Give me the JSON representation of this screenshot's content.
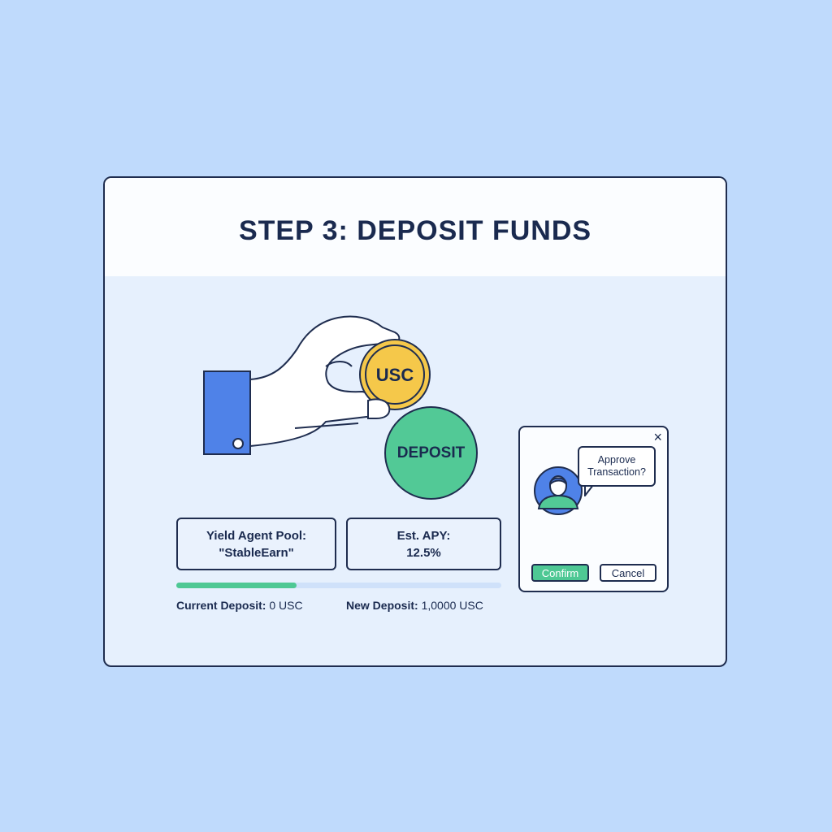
{
  "card": {
    "title": "STEP 3: DEPOSIT FUNDS"
  },
  "illustration": {
    "coin_label": "USC",
    "deposit_button_label": "DEPOSIT",
    "icons": [
      "hand-icon",
      "coin-icon",
      "cuff-icon"
    ]
  },
  "pool": {
    "label": "Yield Agent Pool:",
    "value": "\"StableEarn\""
  },
  "apy": {
    "label": "Est. APY:",
    "value": "12.5%"
  },
  "progress": {
    "percent": 37
  },
  "deposits": {
    "current_label": "Current Deposit:",
    "current_value": "0 USC",
    "new_label": "New Deposit:",
    "new_value": "1,0000 USC"
  },
  "dialog": {
    "close_icon": "×",
    "message_line1": "Approve",
    "message_line2": "Transaction?",
    "confirm_label": "Confirm",
    "cancel_label": "Cancel"
  },
  "colors": {
    "background": "#bfdafc",
    "navy": "#1a2a4f",
    "green": "#4ec894",
    "blue": "#4f82e8",
    "gold": "#f5c84a"
  }
}
